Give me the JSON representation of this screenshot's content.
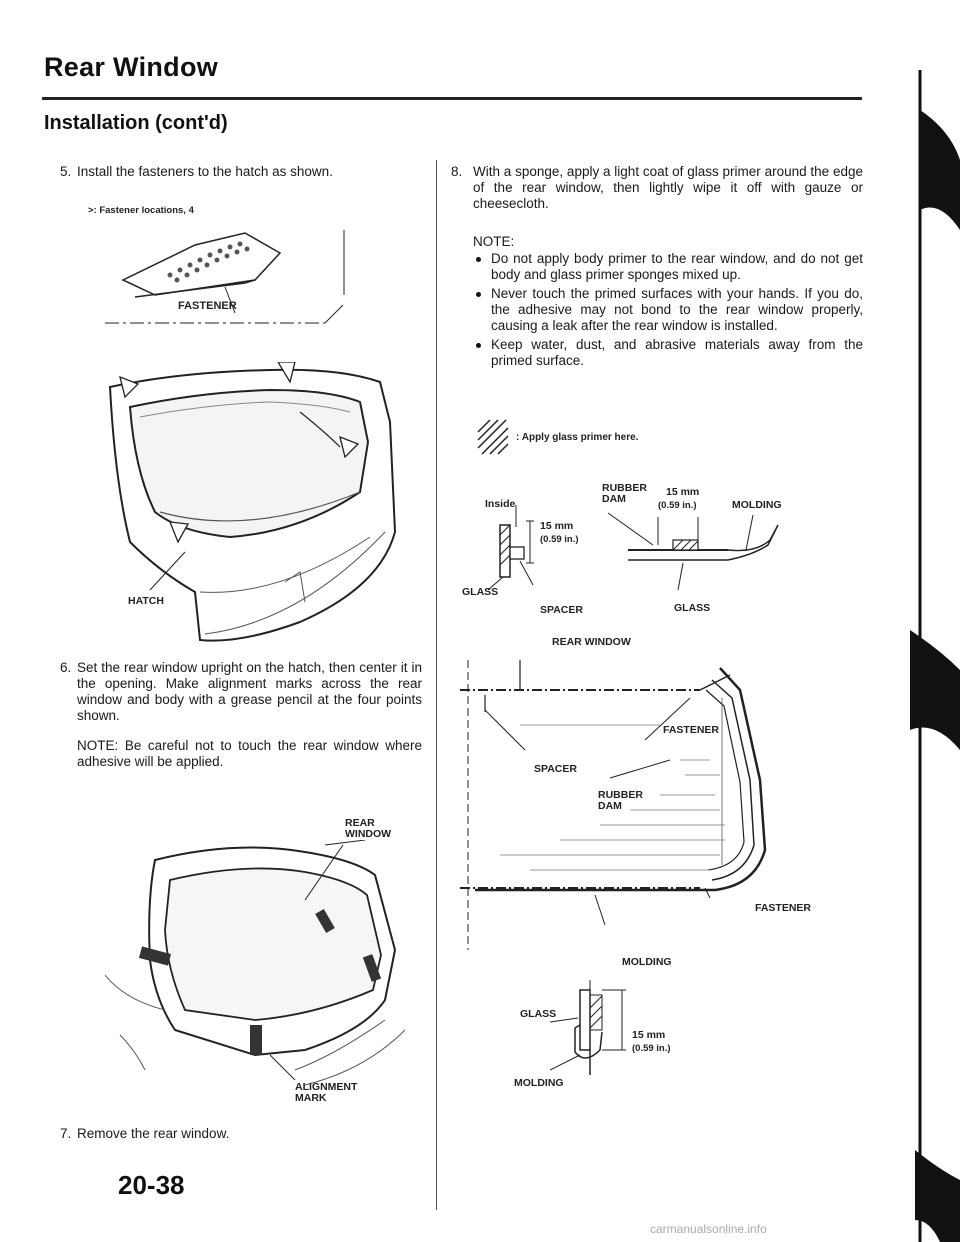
{
  "header": {
    "title": "Rear Window",
    "subtitle": "Installation (cont'd)"
  },
  "left": {
    "step5": {
      "num": "5.",
      "text": "Install the fasteners to the hatch as shown."
    },
    "fastener_caption": ">: Fastener locations, 4",
    "fastener_label": "FASTENER",
    "hatch_label": "HATCH",
    "step6": {
      "num": "6.",
      "text": "Set the rear window upright on the hatch, then center it in the opening. Make alignment marks across the rear window and body with a grease pencil at the four points shown."
    },
    "note6": "NOTE: Be careful not to touch the rear window where adhesive will be applied.",
    "rear_window_label_1": "REAR",
    "rear_window_label_2": "WINDOW",
    "alignment_label_1": "ALIGNMENT",
    "alignment_label_2": "MARK",
    "step7": {
      "num": "7.",
      "text": "Remove the rear window."
    }
  },
  "right": {
    "step8": {
      "num": "8.",
      "text": "With a sponge, apply a light coat of glass primer around the edge of the rear window, then lightly wipe it off with gauze or cheesecloth."
    },
    "note_heading": "NOTE:",
    "notes": [
      "Do not apply body primer to the rear window, and do not get body and glass primer sponges mixed up.",
      "Never touch the primed surfaces with your hands. If you do, the adhesive may not bond to the rear window properly, causing a leak after the rear window is installed.",
      "Keep water, dust, and abrasive materials away from the primed surface."
    ],
    "primer_legend": ": Apply glass primer here.",
    "section_labels": {
      "inside": "Inside",
      "rubber_dam_1": "RUBBER",
      "rubber_dam_2": "DAM",
      "dim_15mm": "15 mm",
      "dim_059": "(0.59 in.)",
      "molding": "MOLDING",
      "glass": "GLASS",
      "spacer": "SPACER"
    },
    "window_labels": {
      "rear_window": "REAR WINDOW",
      "fastener": "FASTENER",
      "spacer": "SPACER",
      "rubber_dam_1": "RUBBER",
      "rubber_dam_2": "DAM",
      "fastener_2": "FASTENER",
      "molding": "MOLDING"
    },
    "detail_labels": {
      "glass": "GLASS",
      "dim_15mm": "15 mm",
      "dim_059": "(0.59 in.)",
      "molding": "MOLDING"
    }
  },
  "footer": {
    "page_number": "20-38",
    "watermark": "carmanualsonline.info"
  }
}
